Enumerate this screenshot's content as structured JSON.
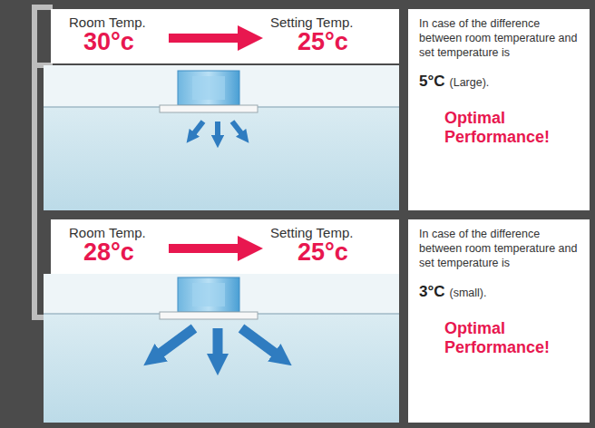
{
  "diagram": {
    "nodes": [
      {
        "text": [
          "Room Temp.",
          "30°c",
          "Setting Temp.",
          "25°c"
        ]
      },
      {
        "text": [
          "In case of the difference between room temperature and set temperature is",
          "5°C",
          "(Large).",
          "Optimal Performance!"
        ]
      },
      {
        "text": [
          "Room Temp.",
          "28°c",
          "Setting Temp.",
          "25°c"
        ]
      },
      {
        "text": [
          "In case of the difference between room temperature and set temperature is",
          "3°C",
          "(small).",
          "Optimal Performance!"
        ]
      }
    ]
  }
}
